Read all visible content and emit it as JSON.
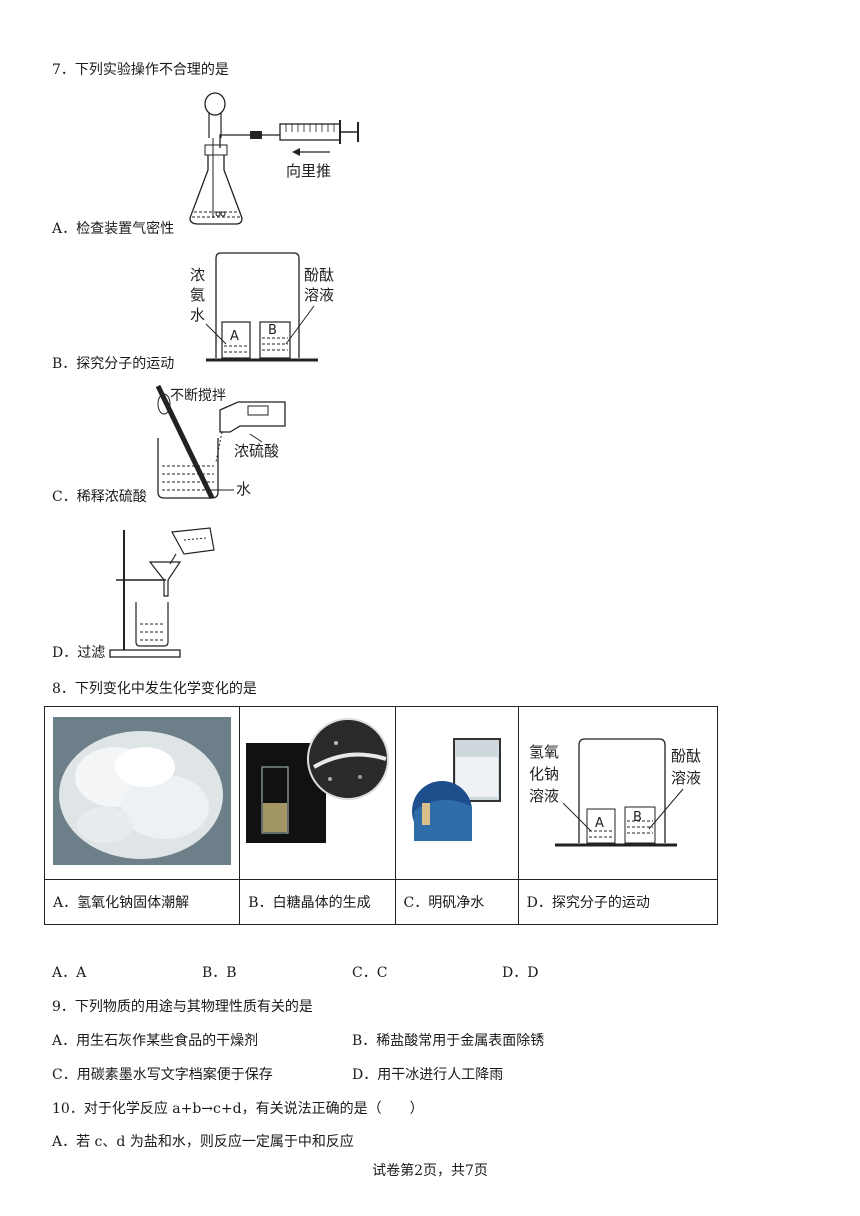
{
  "q7": {
    "stem": "7．下列实验操作不合理的是",
    "options": [
      {
        "label": "A．检查装置气密性",
        "figure_text": [
          "向里推"
        ]
      },
      {
        "label": "B．探究分子的运动",
        "figure_text": [
          "浓",
          "氨",
          "水",
          "酚酞",
          "溶液",
          "A",
          "B"
        ]
      },
      {
        "label": "C．稀释浓硫酸",
        "figure_text": [
          "不断搅拌",
          "浓硫酸",
          "水"
        ]
      },
      {
        "label": "D．过滤",
        "figure_text": []
      }
    ]
  },
  "q8": {
    "stem": "8．下列变化中发生化学变化的是",
    "captions": [
      "A．氢氧化钠固体潮解",
      "B．白糖晶体的生成",
      "C．明矾净水",
      "D．探究分子的运动"
    ],
    "figure_d_text": [
      "氢氧",
      "化钠",
      "溶液",
      "酚酞",
      "溶液",
      "A",
      "B"
    ],
    "answers": [
      "A．A",
      "B．B",
      "C．C",
      "D．D"
    ]
  },
  "q9": {
    "stem": "9．下列物质的用途与其物理性质有关的是",
    "options": [
      "A．用生石灰作某些食品的干燥剂",
      "B．稀盐酸常用于金属表面除锈",
      "C．用碳素墨水写文字档案便于保存",
      "D．用干冰进行人工降雨"
    ]
  },
  "q10": {
    "stem": "10．对于化学反应 a+b→c+d，有关说法正确的是（　　）",
    "options": [
      "A．若 c、d 为盐和水，则反应一定属于中和反应"
    ]
  },
  "footer": "试卷第2页，共7页"
}
